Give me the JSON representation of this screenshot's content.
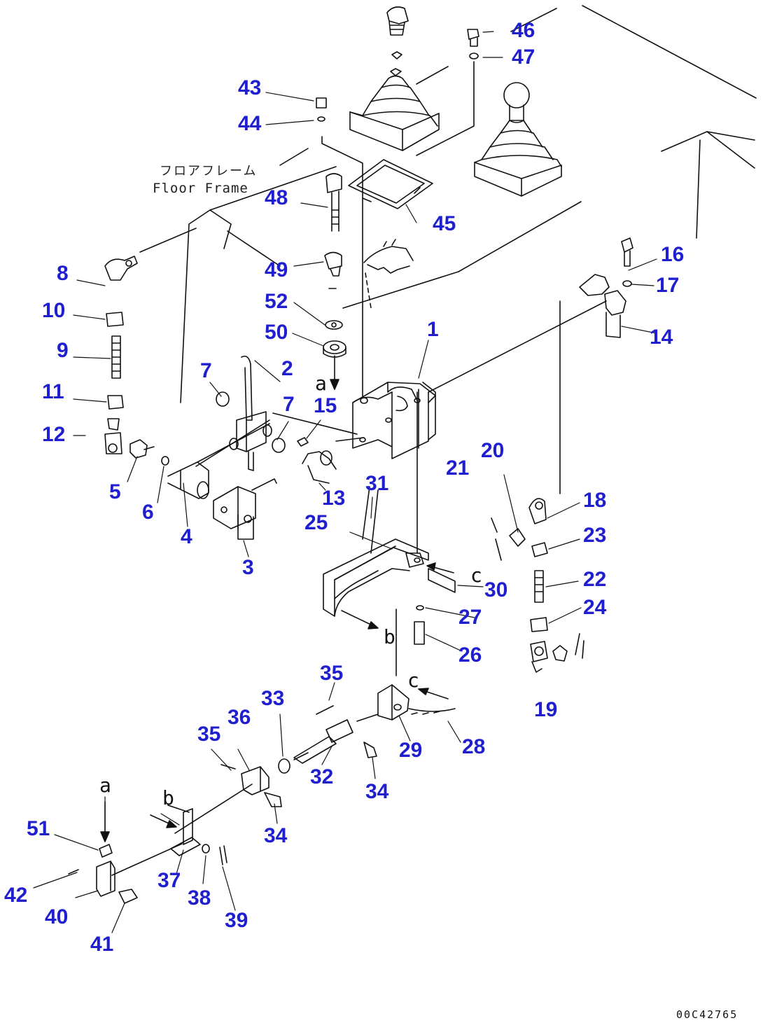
{
  "drawing": {
    "floor_frame_jp": "フロアフレーム",
    "floor_frame_en": "Floor Frame",
    "drawing_code": "00C42765",
    "accent_color": "#1f1fd0",
    "view_markers": [
      "a",
      "a",
      "b",
      "b",
      "c",
      "c"
    ]
  },
  "callouts": [
    "1",
    "2",
    "3",
    "4",
    "5",
    "6",
    "7",
    "7",
    "8",
    "9",
    "10",
    "11",
    "12",
    "13",
    "14",
    "15",
    "16",
    "17",
    "18",
    "19",
    "20",
    "21",
    "22",
    "23",
    "24",
    "25",
    "26",
    "27",
    "28",
    "29",
    "30",
    "31",
    "32",
    "33",
    "34",
    "34",
    "35",
    "35",
    "36",
    "37",
    "38",
    "39",
    "40",
    "41",
    "42",
    "43",
    "44",
    "45",
    "46",
    "47",
    "48",
    "49",
    "50",
    "51",
    "52"
  ]
}
